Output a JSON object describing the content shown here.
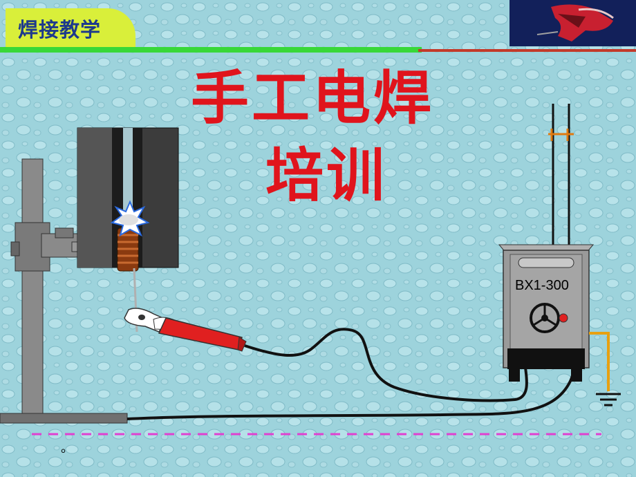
{
  "header": {
    "tag_label": "焊接教学"
  },
  "title": {
    "line1": "手工电焊",
    "line2": "培训"
  },
  "welder": {
    "model_label": "BX1-300"
  },
  "footer": {
    "mark": "。"
  },
  "colors": {
    "background": "#9dd3dc",
    "tag": "#d9ef3a",
    "title": "#e0141c",
    "rule_green": "#38d838",
    "rule_red": "#c33a2a",
    "ground_wire": "#e8a010",
    "footer_dashes": "#e040d0"
  }
}
